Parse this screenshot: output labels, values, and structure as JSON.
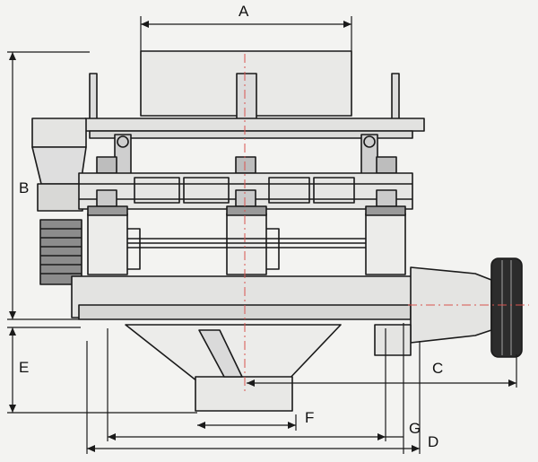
{
  "dimension_labels": {
    "a": "A",
    "b": "B",
    "c": "C",
    "d": "D",
    "e": "E",
    "f": "F",
    "g": "G"
  },
  "colors": {
    "background": "#f3f3f1",
    "line": "#1a1a1a",
    "centerline": "#d9534f"
  }
}
